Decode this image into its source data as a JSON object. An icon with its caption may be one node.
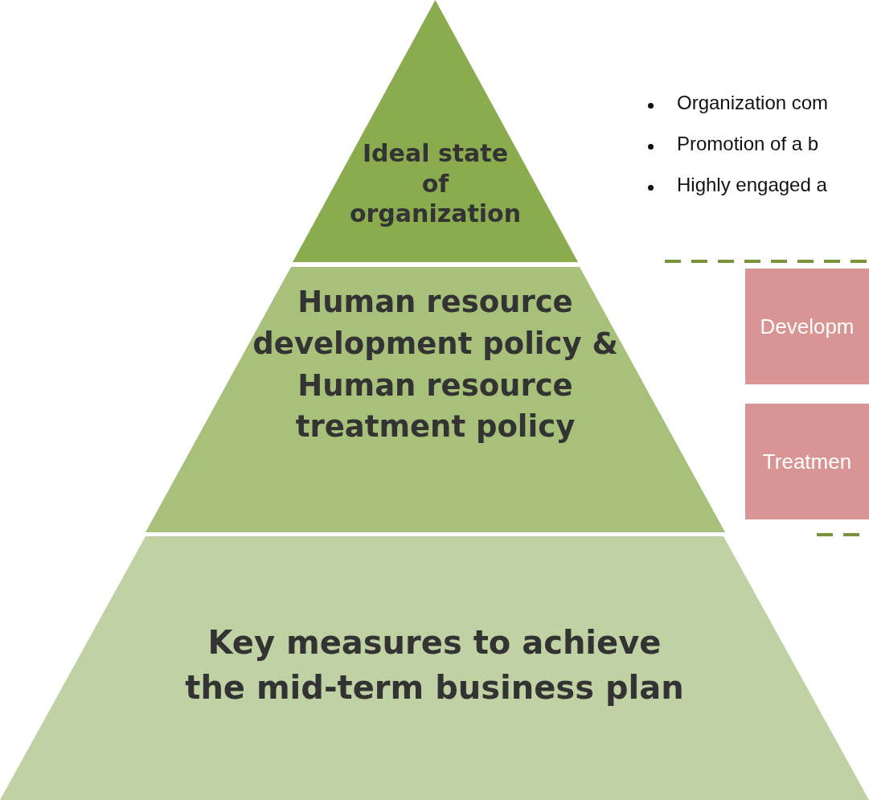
{
  "diagram": {
    "nodes": [
      {
        "text": [
          "Ideal state of organization"
        ]
      },
      {
        "text": [
          "Human resource development policy & Human resource treatment policy"
        ]
      },
      {
        "text": [
          "Key measures to achieve the mid-term business plan"
        ]
      },
      {
        "text": [
          "Developm"
        ]
      },
      {
        "text": [
          "Treatmen"
        ]
      }
    ],
    "labels": [
      "Organization com",
      "Promotion of a b",
      "Highly engaged a"
    ]
  }
}
